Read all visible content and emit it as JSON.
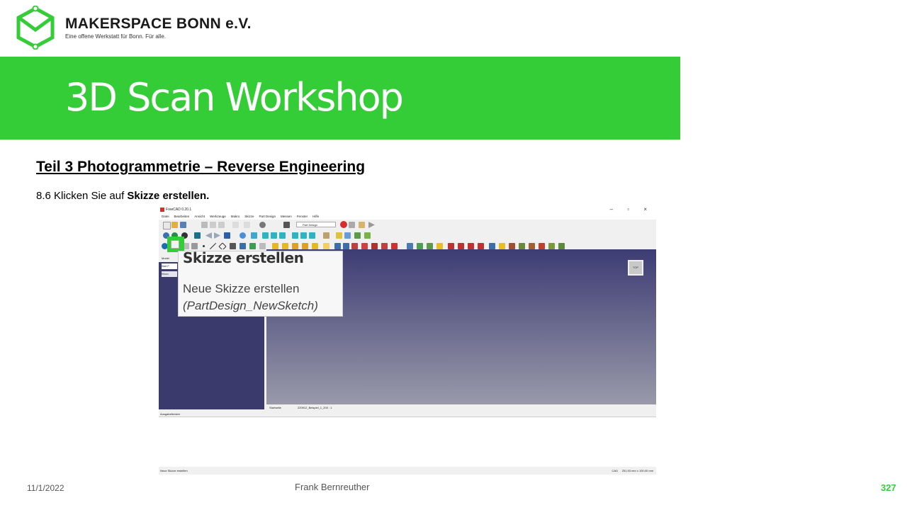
{
  "header": {
    "brand_name": "MAKERSPACE BONN e.V.",
    "brand_tagline": "Eine offene Werkstatt für Bonn. Für alle.",
    "logo_color": "#35cd37"
  },
  "banner": {
    "title": "3D Scan Workshop",
    "color": "#35cd37"
  },
  "content": {
    "section_title": "Teil 3  Photogrammetrie  – Reverse Engineering",
    "step_prefix": "8.6 Klicken Sie auf ",
    "step_bold": "Skizze erstellen."
  },
  "freecad": {
    "window_title": "FreeCAD 0.20.1",
    "window_buttons": "– ▫ ×",
    "menu": [
      "Datei",
      "Bearbeiten",
      "Ansicht",
      "Werkzeuge",
      "Makro",
      "Skizze",
      "Part Design",
      "Messen",
      "Fenster",
      "Hilfe"
    ],
    "workbench_selector": "Part Design",
    "panel_tab": "Model",
    "panel_items": [
      "Start P",
      "Klicon"
    ],
    "navcube_label": "TOP",
    "doc_tabs": [
      "Startseite",
      "220912_Beispiel_1_200 : 1"
    ],
    "output_title": "Ausgabefenster",
    "status_text": "Neue Skizze erstellen",
    "status_cad": "CAD",
    "status_dimensions": "251,93 mm x 100,00 mm",
    "viewport_colors": [
      "#3d3c74",
      "#9a9aaa"
    ]
  },
  "tooltip": {
    "title": "Skizze erstellen",
    "description": "Neue Skizze erstellen",
    "command": "(PartDesign_NewSketch)"
  },
  "footer": {
    "date": "11/1/2022",
    "author": "Frank Bernreuther",
    "page": "327"
  }
}
